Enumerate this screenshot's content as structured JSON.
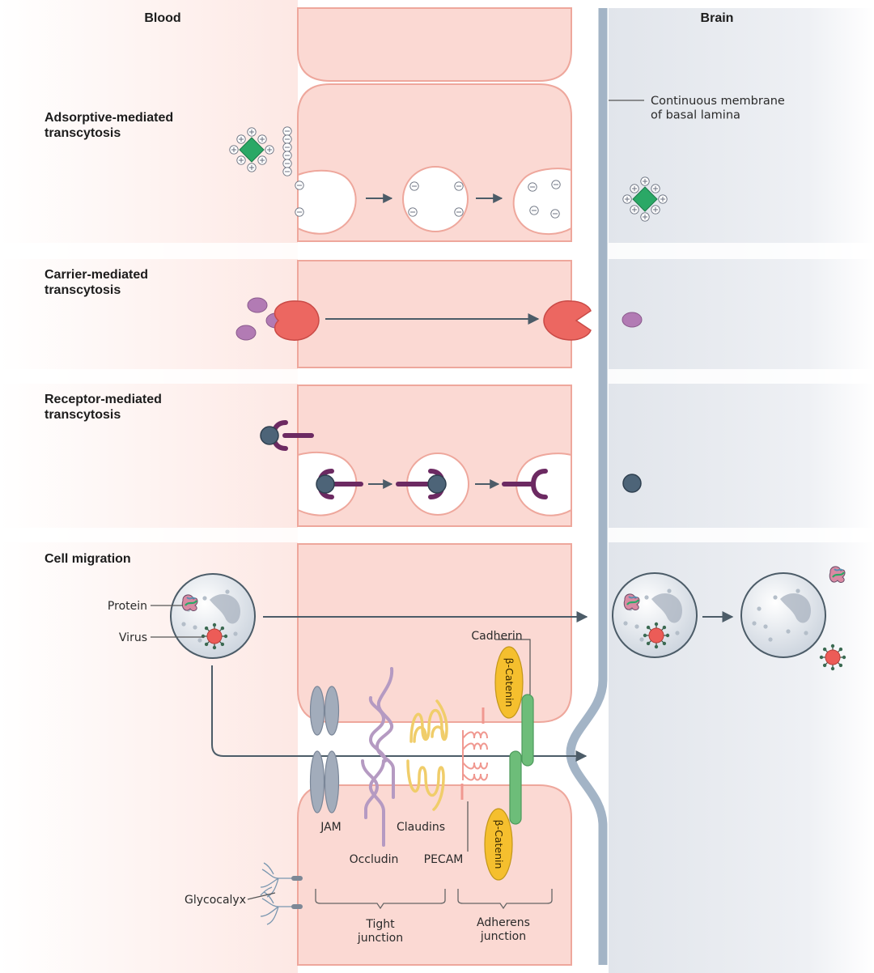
{
  "headers": {
    "blood": "Blood",
    "brain": "Brain"
  },
  "sections": {
    "adsorptive": "Adsorptive-mediated\ntranscytosis",
    "carrier": "Carrier-mediated\ntranscytosis",
    "receptor": "Receptor-mediated\ntranscytosis",
    "migration": "Cell migration"
  },
  "basal_lamina": "Continuous membrane\nof basal lamina",
  "cargo_labels": {
    "protein": "Protein",
    "virus": "Virus"
  },
  "junction_proteins": {
    "jam": "JAM",
    "occludin": "Occludin",
    "claudins": "Claudins",
    "pecam": "PECAM",
    "cadherin": "Cadherin",
    "catenin_top": "β-Catenin",
    "catenin_bottom": "β-Catenin"
  },
  "glycocalyx": "Glycocalyx",
  "junction_groups": {
    "tight": "Tight\njunction",
    "adherens": "Adherens\njunction"
  },
  "colors": {
    "cell": "#fbd9d3",
    "cell_edge": "#eea79c",
    "basal": "#a3b4c6",
    "brain_bg": "#e8ebf0",
    "cargo_green": "#2aa866",
    "carrier_red": "#ec6761",
    "solute_purple": "#b27bb4",
    "receptor": "#6c2a62",
    "ligand": "#4d6478",
    "jam": "#a2acbb",
    "occludin": "#b59ac2",
    "claudin": "#f0cd6a",
    "pecam": "#f09890",
    "cadherin": "#6dbd79",
    "catenin": "#f5bf2e",
    "arrow": "#4c5c68"
  }
}
